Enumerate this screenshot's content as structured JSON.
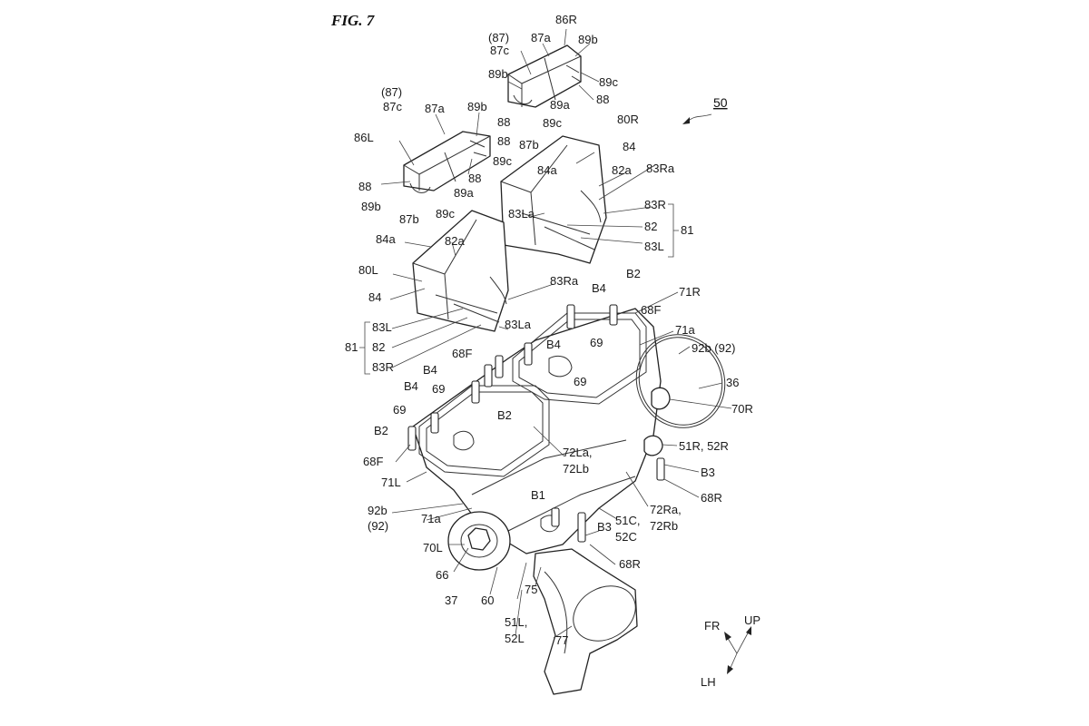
{
  "figure": {
    "title": "FIG. 7",
    "reference": "50"
  },
  "labels": [
    {
      "id": "87p-r",
      "text": "(87)"
    },
    {
      "id": "87c-r",
      "text": "87c"
    },
    {
      "id": "87a-r",
      "text": "87a"
    },
    {
      "id": "86R",
      "text": "86R"
    },
    {
      "id": "89b-r1",
      "text": "89b"
    },
    {
      "id": "89b-r2",
      "text": "89b"
    },
    {
      "id": "89c-r1",
      "text": "89c"
    },
    {
      "id": "88-r1",
      "text": "88"
    },
    {
      "id": "89a-r",
      "text": "89a"
    },
    {
      "id": "89c-r2",
      "text": "89c"
    },
    {
      "id": "88-r2",
      "text": "88"
    },
    {
      "id": "87b-r",
      "text": "87b"
    },
    {
      "id": "80R",
      "text": "80R"
    },
    {
      "id": "84-r",
      "text": "84"
    },
    {
      "id": "84a-r",
      "text": "84a"
    },
    {
      "id": "82a-r",
      "text": "82a"
    },
    {
      "id": "83Ra-r",
      "text": "83Ra"
    },
    {
      "id": "83R-r",
      "text": "83R"
    },
    {
      "id": "83La-r",
      "text": "83La"
    },
    {
      "id": "82-r",
      "text": "82"
    },
    {
      "id": "81-r",
      "text": "81"
    },
    {
      "id": "83L-r",
      "text": "83L"
    },
    {
      "id": "87p-l",
      "text": "(87)"
    },
    {
      "id": "87c-l",
      "text": "87c"
    },
    {
      "id": "87a-l",
      "text": "87a"
    },
    {
      "id": "89b-l1",
      "text": "89b"
    },
    {
      "id": "86L",
      "text": "86L"
    },
    {
      "id": "88-l1",
      "text": "88"
    },
    {
      "id": "89c-l1",
      "text": "89c"
    },
    {
      "id": "88-l2",
      "text": "88"
    },
    {
      "id": "88-l3",
      "text": "88"
    },
    {
      "id": "89a-l",
      "text": "89a"
    },
    {
      "id": "89b-l2",
      "text": "89b"
    },
    {
      "id": "87b-l",
      "text": "87b"
    },
    {
      "id": "89c-l2",
      "text": "89c"
    },
    {
      "id": "84a-l",
      "text": "84a"
    },
    {
      "id": "82a-l",
      "text": "82a"
    },
    {
      "id": "80L",
      "text": "80L"
    },
    {
      "id": "84-l",
      "text": "84"
    },
    {
      "id": "83Ra-l",
      "text": "83Ra"
    },
    {
      "id": "83L-l",
      "text": "83L"
    },
    {
      "id": "81-l",
      "text": "81"
    },
    {
      "id": "82-l",
      "text": "82"
    },
    {
      "id": "83R-l",
      "text": "83R"
    },
    {
      "id": "83La-l",
      "text": "83La"
    },
    {
      "id": "B2-1",
      "text": "B2"
    },
    {
      "id": "71R",
      "text": "71R"
    },
    {
      "id": "B4-1",
      "text": "B4"
    },
    {
      "id": "68F-1",
      "text": "68F"
    },
    {
      "id": "71a-1",
      "text": "71a"
    },
    {
      "id": "69-1",
      "text": "69"
    },
    {
      "id": "B4-2",
      "text": "B4"
    },
    {
      "id": "92b92-r",
      "text": "92b (92)"
    },
    {
      "id": "68F-2",
      "text": "68F"
    },
    {
      "id": "69-2",
      "text": "69"
    },
    {
      "id": "B4-3",
      "text": "B4"
    },
    {
      "id": "36",
      "text": "36"
    },
    {
      "id": "69-3",
      "text": "69"
    },
    {
      "id": "B4-4",
      "text": "B4"
    },
    {
      "id": "70R",
      "text": "70R"
    },
    {
      "id": "B2-2",
      "text": "B2"
    },
    {
      "id": "69-4",
      "text": "69"
    },
    {
      "id": "B2-3",
      "text": "B2"
    },
    {
      "id": "51R52R",
      "text": "51R, 52R"
    },
    {
      "id": "72La",
      "text": "72La,"
    },
    {
      "id": "72Lb",
      "text": "72Lb"
    },
    {
      "id": "68F-3",
      "text": "68F"
    },
    {
      "id": "B3-1",
      "text": "B3"
    },
    {
      "id": "71L",
      "text": "71L"
    },
    {
      "id": "68R-1",
      "text": "68R"
    },
    {
      "id": "B1",
      "text": "B1"
    },
    {
      "id": "92b-l",
      "text": "92b"
    },
    {
      "id": "92-l",
      "text": "(92)"
    },
    {
      "id": "71a-2",
      "text": "71a"
    },
    {
      "id": "72Ra",
      "text": "72Ra,"
    },
    {
      "id": "72Rb",
      "text": "72Rb"
    },
    {
      "id": "51C",
      "text": "51C,"
    },
    {
      "id": "52C",
      "text": "52C"
    },
    {
      "id": "B3-2",
      "text": "B3"
    },
    {
      "id": "70L",
      "text": "70L"
    },
    {
      "id": "68R-2",
      "text": "68R"
    },
    {
      "id": "66",
      "text": "66"
    },
    {
      "id": "75",
      "text": "75"
    },
    {
      "id": "37",
      "text": "37"
    },
    {
      "id": "60",
      "text": "60"
    },
    {
      "id": "51L",
      "text": "51L,"
    },
    {
      "id": "52L",
      "text": "52L"
    },
    {
      "id": "77",
      "text": "77"
    }
  ],
  "directions": {
    "fr": "FR",
    "up": "UP",
    "lh": "LH"
  }
}
